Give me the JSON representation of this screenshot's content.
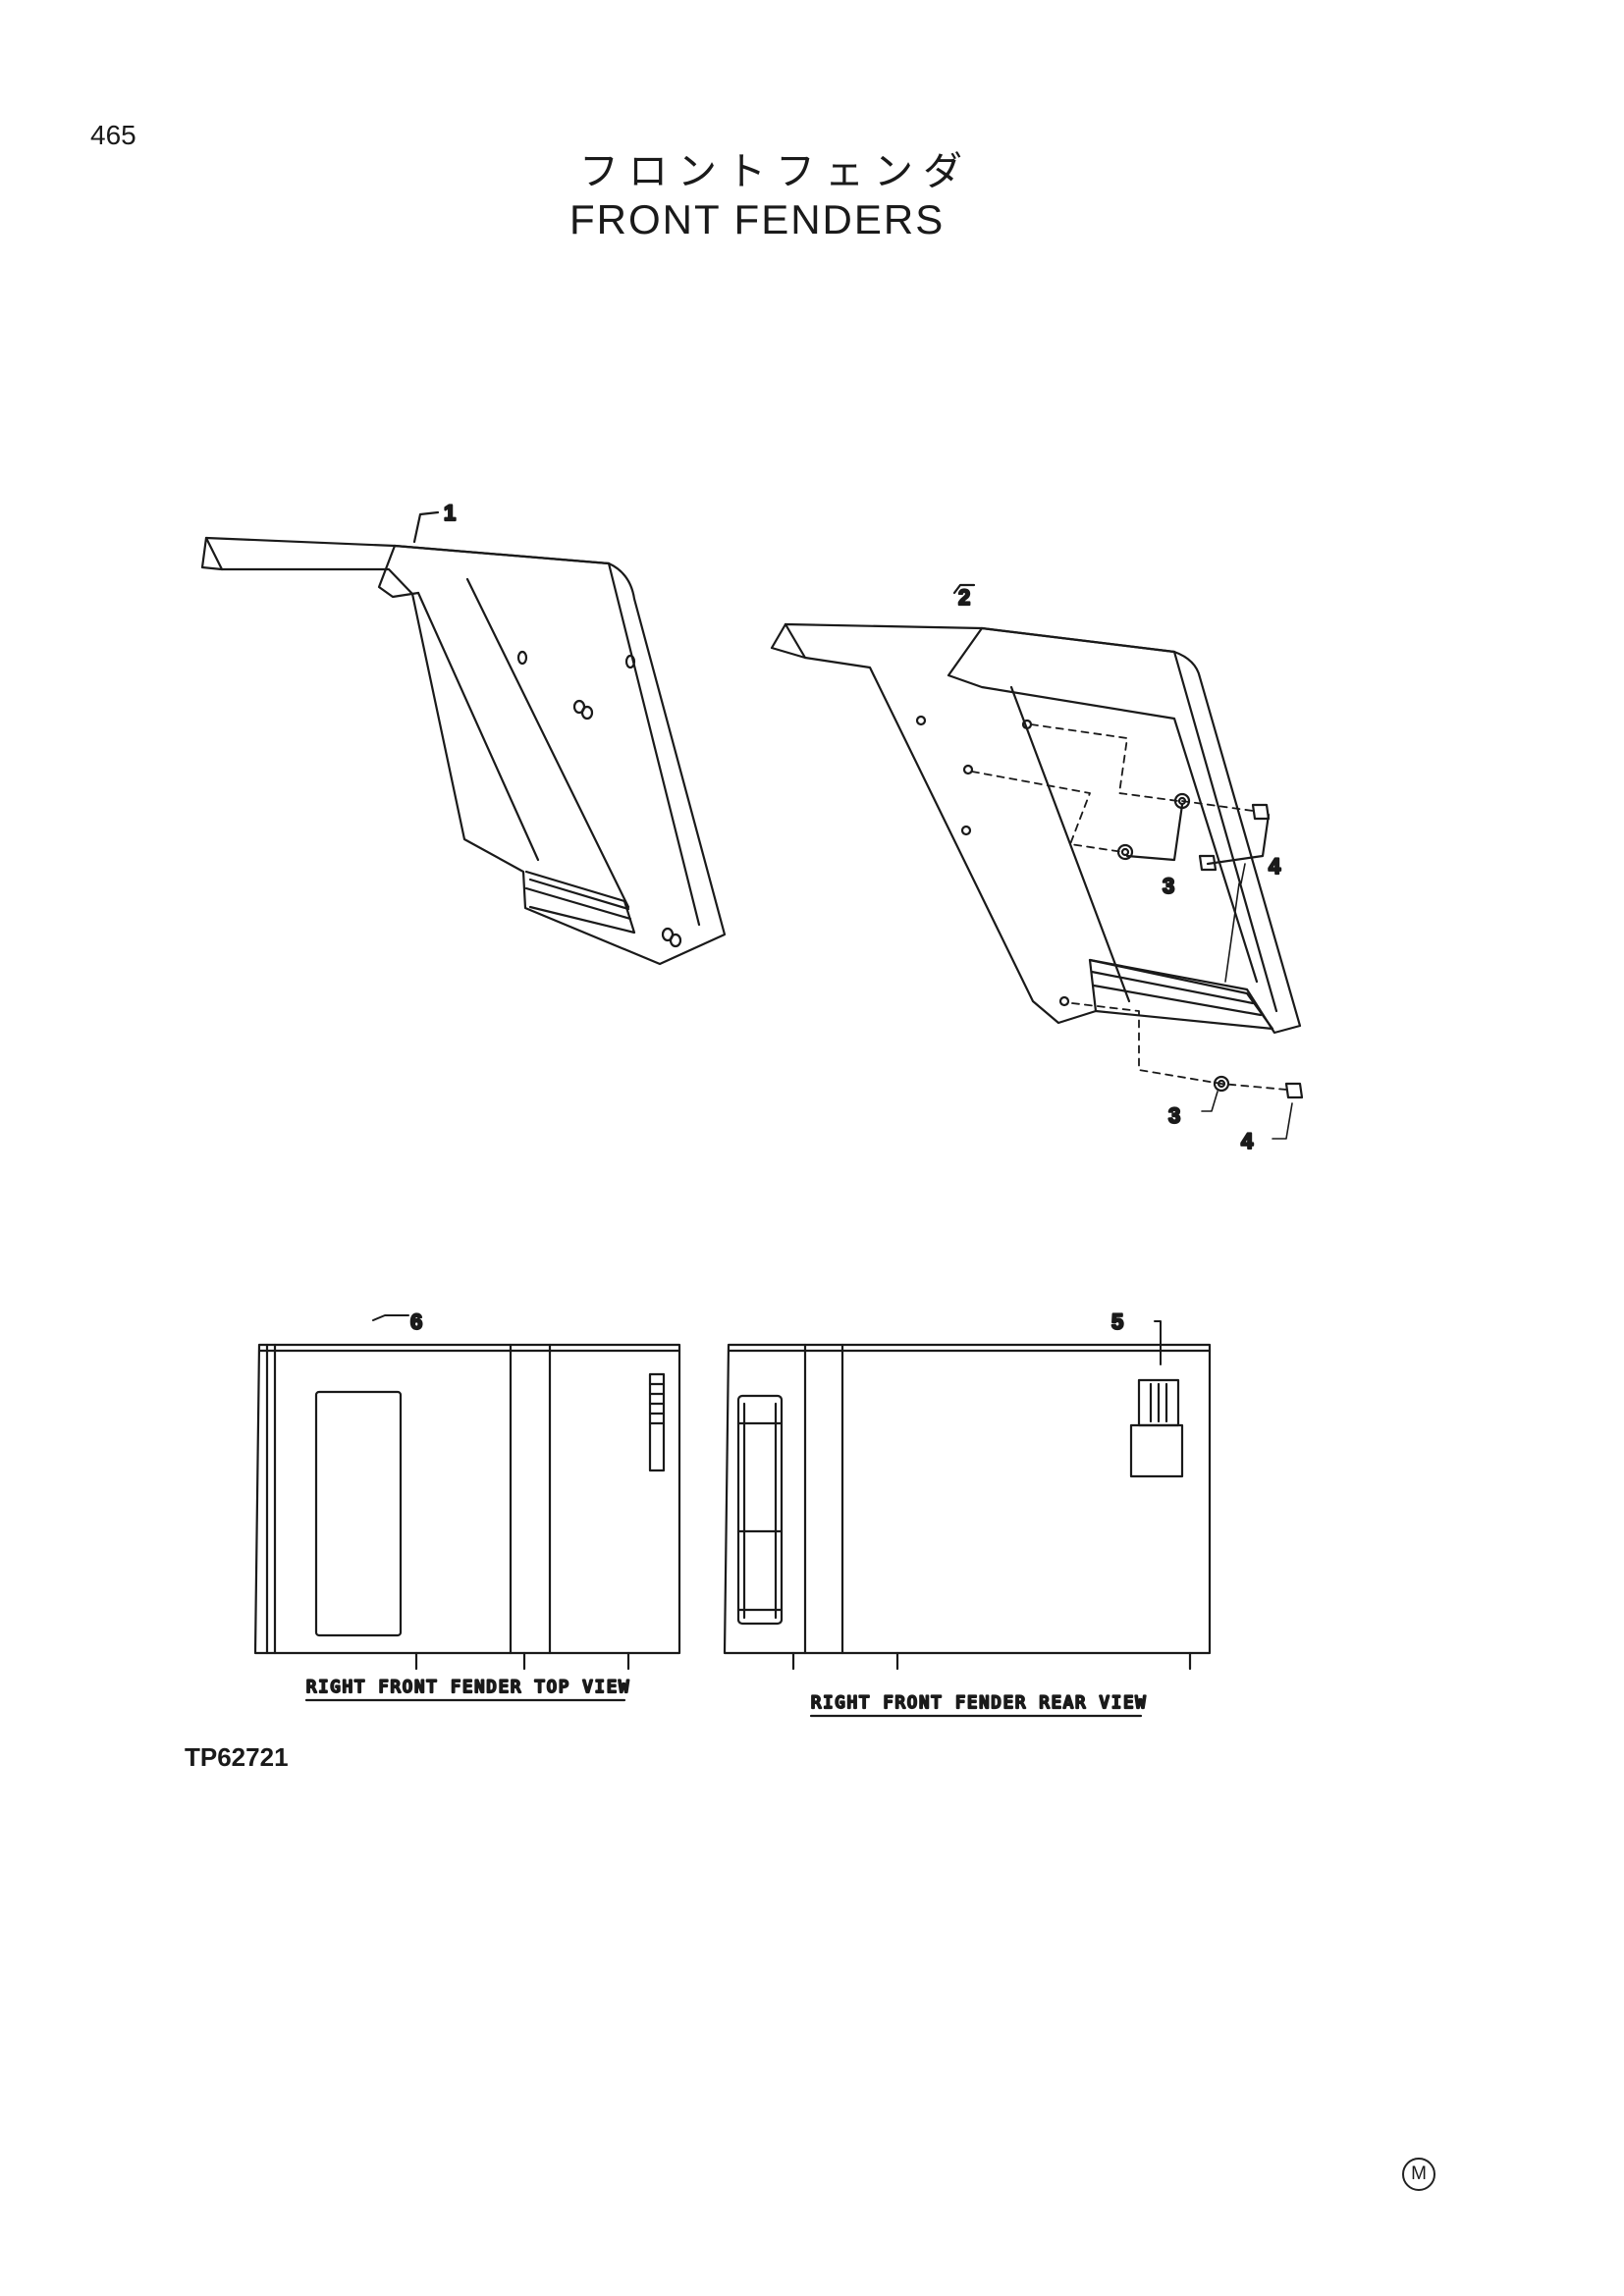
{
  "page_number": "465",
  "title_jp": "フロントフェンダ",
  "title_en": "FRONT FENDERS",
  "figure_id": "TP62721",
  "mark": "M",
  "callouts": {
    "c1": "1",
    "c2": "2",
    "c3a": "3",
    "c4a": "4",
    "c3b": "3",
    "c4b": "4",
    "c5": "5",
    "c6": "6"
  },
  "captions": {
    "top_view": "RIGHT FRONT FENDER TOP VIEW",
    "rear_view": "RIGHT FRONT FENDER REAR VIEW"
  }
}
